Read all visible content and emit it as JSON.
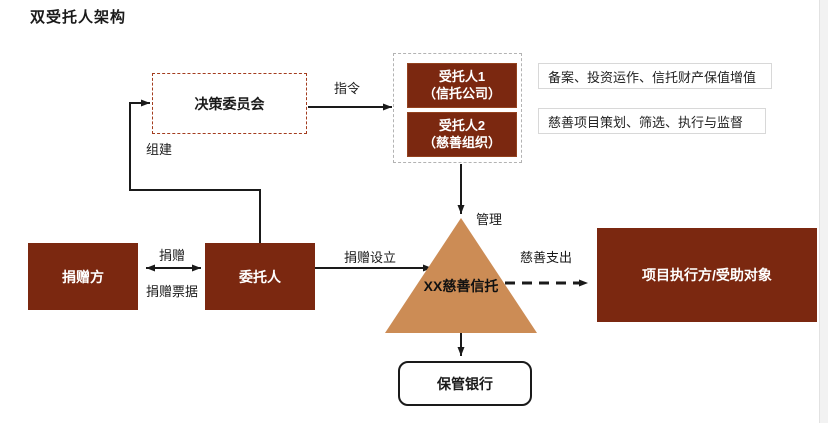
{
  "page": {
    "title": "双受托人架构"
  },
  "nodes": {
    "decision_committee": "决策委员会",
    "trustee1_line1": "受托人1",
    "trustee1_line2": "（信托公司）",
    "trustee2_line1": "受托人2",
    "trustee2_line2": "（慈善组织）",
    "info_trust": "备案、投资运作、信托财产保值增值",
    "info_charity": "慈善项目策划、筛选、执行与监督",
    "donor": "捐赠方",
    "principal": "委托人",
    "trust": "XX慈善信托",
    "executor": "项目执行方/受助对象",
    "custodian": "保管银行"
  },
  "edges": {
    "form": "组建",
    "instruction": "指令",
    "donate": "捐赠",
    "donation_receipt": "捐赠票据",
    "donate_establish": "捐赠设立",
    "manage": "管理",
    "charity_expense": "慈善支出"
  },
  "colors": {
    "node_dark_red": "#7B2810",
    "triangle_orange": "#CC8C55",
    "dashed_brown_border": "#A33C1E",
    "dashed_gray_border": "#B3B3B3",
    "line_black": "#1A1A1A"
  }
}
